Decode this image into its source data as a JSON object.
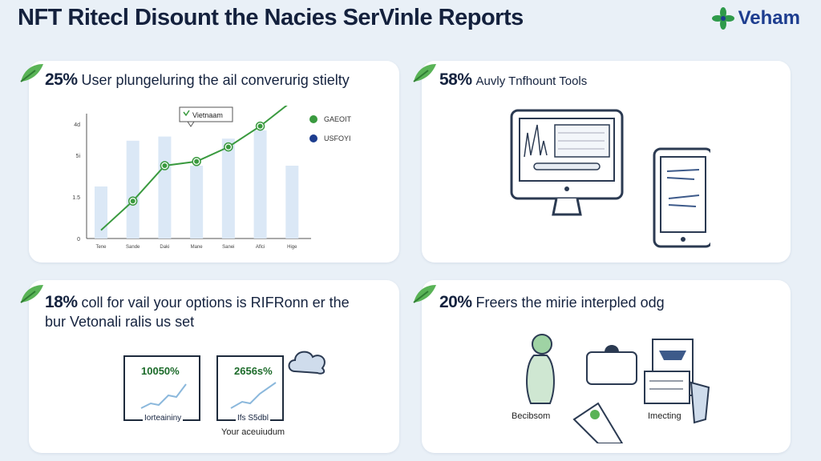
{
  "header": {
    "title": "NFT Ritecl Disount the Nacies SerVinle Reports",
    "brand": "Veham"
  },
  "colors": {
    "accent_green": "#3a9a3f",
    "bar_blue": "#dbe8f6",
    "navy": "#1d3d8f",
    "background": "#e9f0f7"
  },
  "cards": [
    {
      "percent": "25%",
      "text": "User plungeluring the ail converurig stielty",
      "icon": "leaf-icon"
    },
    {
      "percent": "58%",
      "text": "Auvly Tnfhount Tools",
      "icon": "leaf-icon"
    },
    {
      "percent": "18%",
      "text": "coll for vail your options is RIFRonn er the",
      "text_line2": "bur Vetonali ralis us set",
      "icon": "leaf-icon"
    },
    {
      "percent": "20%",
      "text": "Freers the mirie interpled odg",
      "icon": "leaf-icon"
    }
  ],
  "chart_data": {
    "type": "bar",
    "tooltip": "Vietnaam",
    "categories": [
      "Tene",
      "Sande",
      "Daki",
      "Mane",
      "Sanei",
      "Aflci",
      "Hige"
    ],
    "y_tick_labels": [
      "0",
      "1.5",
      "5i",
      "4d"
    ],
    "ylim": [
      0,
      6
    ],
    "series": [
      {
        "name": "GAEOIT",
        "type": "line",
        "color": "#3a9a3f",
        "values": [
          0.4,
          1.8,
          3.5,
          3.7,
          4.4,
          5.4,
          6.6
        ]
      },
      {
        "name": "USFOYI",
        "type": "bar",
        "color": "#dbe8f6",
        "values": [
          2.5,
          4.7,
          4.9,
          3.5,
          4.8,
          5.2,
          3.5
        ]
      }
    ],
    "legend_colors": [
      "#3a9a3f",
      "#1d3d8f"
    ]
  },
  "card3_panels": [
    {
      "value": "10050%",
      "caption": "Iorteaininy"
    },
    {
      "value": "2656s%",
      "caption": "Ifs S5dbl"
    }
  ],
  "card3_caption": "Your aceuiudum",
  "card4_labels": [
    "Becibsom",
    "Imecting"
  ]
}
